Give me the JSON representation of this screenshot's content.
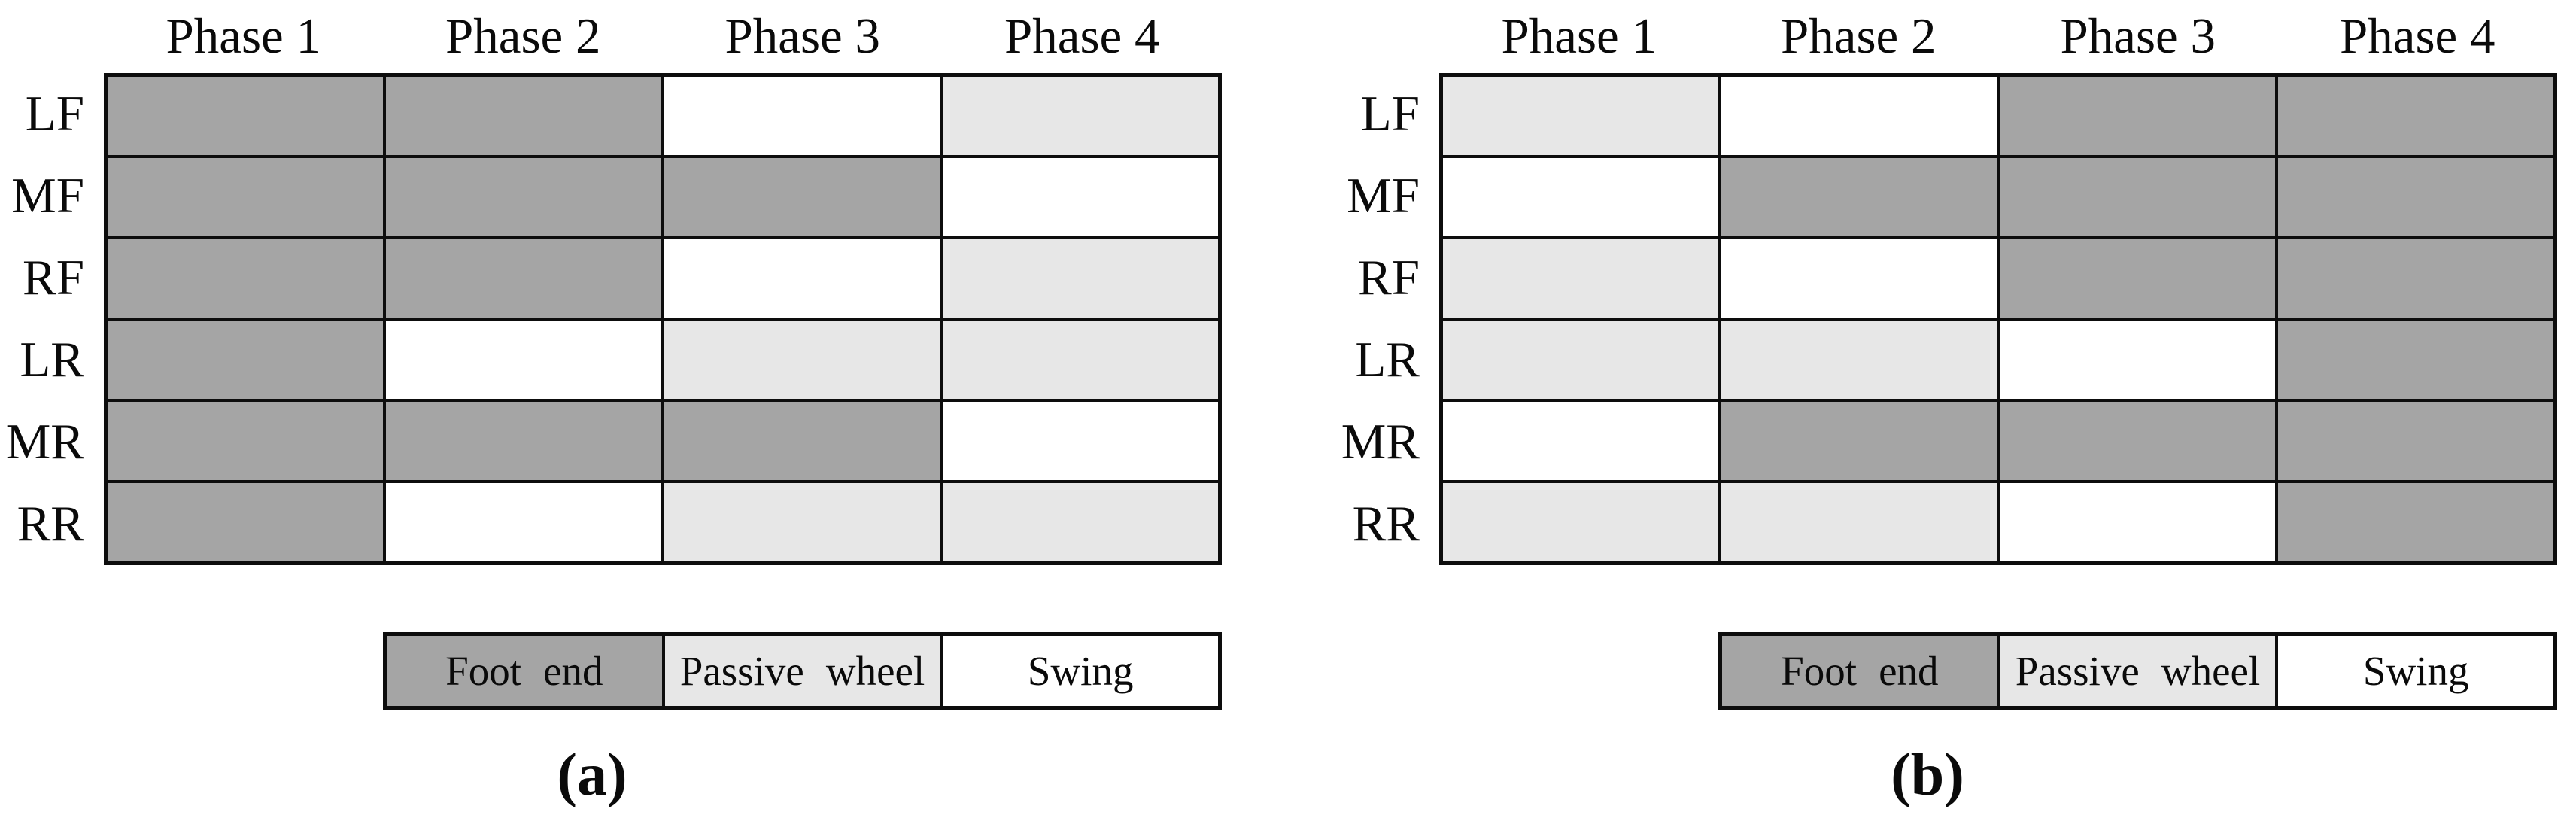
{
  "figure": {
    "background": "#ffffff",
    "text_color": "#0a0a0a",
    "grid_line_color": "#0d0d0d"
  },
  "state_colors": {
    "foot": "#a5a5a5",
    "wheel": "#e7e7e7",
    "swing": "#ffffff"
  },
  "chart_data": [
    {
      "type": "heatmap",
      "caption": "(a)",
      "columns": [
        "Phase 1",
        "Phase 2",
        "Phase 3",
        "Phase 4"
      ],
      "rows": [
        "LF",
        "MF",
        "RF",
        "LR",
        "MR",
        "RR"
      ],
      "values": [
        [
          "foot",
          "foot",
          "swing",
          "wheel"
        ],
        [
          "foot",
          "foot",
          "foot",
          "swing"
        ],
        [
          "foot",
          "foot",
          "swing",
          "wheel"
        ],
        [
          "foot",
          "swing",
          "wheel",
          "wheel"
        ],
        [
          "foot",
          "foot",
          "foot",
          "swing"
        ],
        [
          "foot",
          "swing",
          "wheel",
          "wheel"
        ]
      ],
      "legend": [
        {
          "label": "Foot end",
          "key": "foot"
        },
        {
          "label": "Passive wheel",
          "key": "wheel"
        },
        {
          "label": "Swing",
          "key": "swing"
        }
      ],
      "legend_position": "bottom",
      "grid": true
    },
    {
      "type": "heatmap",
      "caption": "(b)",
      "columns": [
        "Phase 1",
        "Phase 2",
        "Phase 3",
        "Phase 4"
      ],
      "rows": [
        "LF",
        "MF",
        "RF",
        "LR",
        "MR",
        "RR"
      ],
      "values": [
        [
          "wheel",
          "swing",
          "foot",
          "foot"
        ],
        [
          "swing",
          "foot",
          "foot",
          "foot"
        ],
        [
          "wheel",
          "swing",
          "foot",
          "foot"
        ],
        [
          "wheel",
          "wheel",
          "swing",
          "foot"
        ],
        [
          "swing",
          "foot",
          "foot",
          "foot"
        ],
        [
          "wheel",
          "wheel",
          "swing",
          "foot"
        ]
      ],
      "legend": [
        {
          "label": "Foot end",
          "key": "foot"
        },
        {
          "label": "Passive wheel",
          "key": "wheel"
        },
        {
          "label": "Swing",
          "key": "swing"
        }
      ],
      "legend_position": "bottom",
      "grid": true
    }
  ]
}
